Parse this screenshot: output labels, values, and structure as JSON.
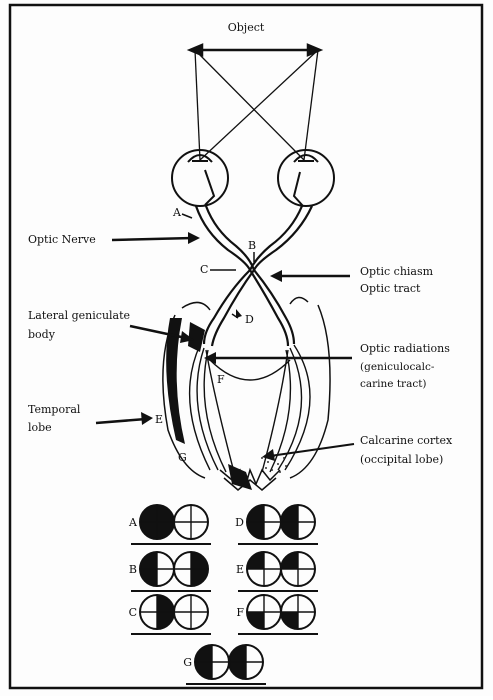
{
  "diagram": {
    "title": "Object",
    "labels": {
      "optic_nerve": "Optic Nerve",
      "optic_chiasm": "Optic chiasm",
      "optic_tract": "Optic tract",
      "lateral_geniculate_1": "Lateral geniculate",
      "lateral_geniculate_2": "body",
      "optic_radiations_1": "Optic radiations",
      "optic_radiations_2": "(geniculocalc-",
      "optic_radiations_3": "carine tract)",
      "temporal_lobe_1": "Temporal",
      "temporal_lobe_2": "lobe",
      "calcarine_1": "Calcarine cortex",
      "calcarine_2": "(occipital lobe)"
    },
    "lesion_letters": {
      "A": "A",
      "B": "B",
      "C": "C",
      "D": "D",
      "E": "E",
      "F": "F",
      "G": "G"
    },
    "field_defects": [
      {
        "letter": "A",
        "description": "left eye blind"
      },
      {
        "letter": "B",
        "description": "bitemporal hemianopia"
      },
      {
        "letter": "C",
        "description": "nasal hemianopia"
      },
      {
        "letter": "D",
        "description": "homonymous hemianopia"
      },
      {
        "letter": "E",
        "description": "superior quadrantanopia"
      },
      {
        "letter": "F",
        "description": "inferior quadrantanopia"
      },
      {
        "letter": "G",
        "description": "homonymous hemianopia with macular sparing"
      }
    ]
  }
}
